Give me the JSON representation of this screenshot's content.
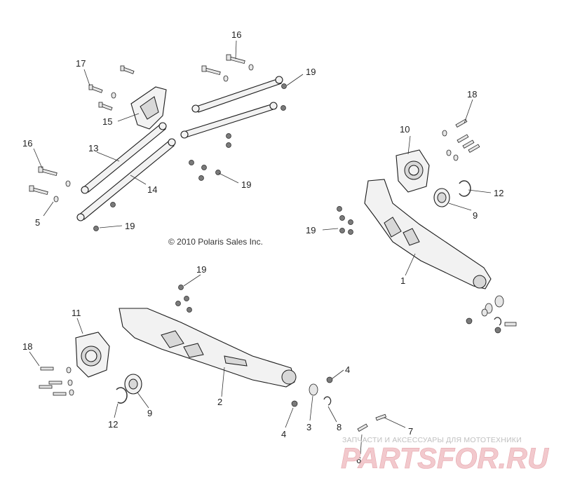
{
  "copyright": "© 2010 Polaris Sales Inc.",
  "watermark": {
    "tagline": "ЗАПЧАСТИ И АКСЕССУАРЫ ДЛЯ МОТОТЕХНИКИ",
    "logo": "PARTSFOR.RU"
  },
  "callouts": {
    "c1": "1",
    "c2": "2",
    "c3": "3",
    "c4a": "4",
    "c4b": "4",
    "c5": "5",
    "c6": "6",
    "c7": "7",
    "c8": "8",
    "c9a": "9",
    "c9b": "9",
    "c10": "10",
    "c11": "11",
    "c12a": "12",
    "c12b": "12",
    "c13": "13",
    "c14": "14",
    "c15": "15",
    "c16a": "16",
    "c16b": "16",
    "c17": "17",
    "c18a": "18",
    "c18b": "18",
    "c19a": "19",
    "c19b": "19",
    "c19c": "19",
    "c19d": "19",
    "c19e": "19"
  }
}
